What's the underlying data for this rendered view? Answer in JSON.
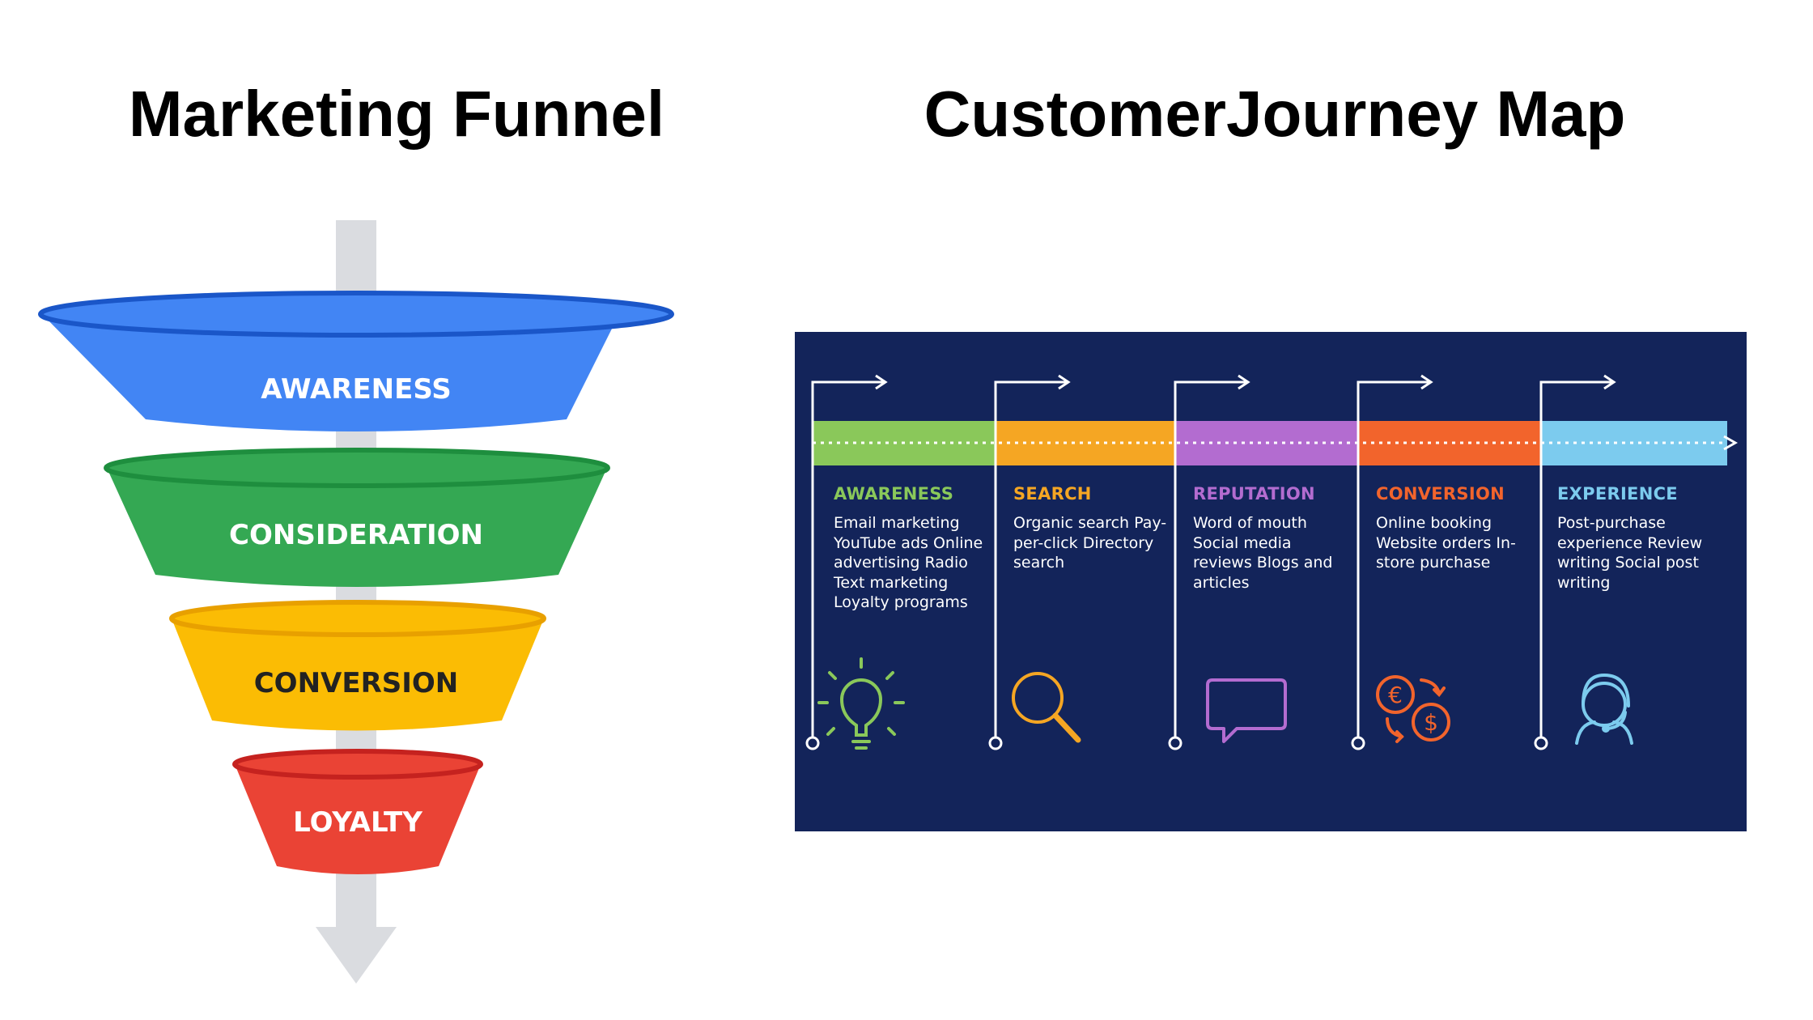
{
  "funnel": {
    "title": "Marketing Funnel",
    "stages": [
      {
        "label": "AWARENESS",
        "color": "#4285f4",
        "rim": "#1a56c8"
      },
      {
        "label": "CONSIDERATION",
        "color": "#34a853",
        "rim": "#1e8e3e"
      },
      {
        "label": "CONVERSION",
        "color": "#fbbc04",
        "rim": "#e8a000"
      },
      {
        "label": "LOYALTY",
        "color": "#ea4335",
        "rim": "#c5221f"
      }
    ],
    "arrow_color": "#dadce0"
  },
  "journey": {
    "title": "CustomerJourney Map",
    "background": "#13245a",
    "stages": [
      {
        "name": "AWARENESS",
        "color": "#8ac85a",
        "items": "Email marketing YouTube ads Online advertising Radio Text marketing Loyalty programs",
        "icon": "lightbulb-icon"
      },
      {
        "name": "SEARCH",
        "color": "#f5a623",
        "items": "Organic search Pay-per-click Directory search",
        "icon": "magnifier-icon"
      },
      {
        "name": "REPUTATION",
        "color": "#b36cd0",
        "items": "Word of mouth Social media reviews Blogs and articles",
        "icon": "speech-bubble-icon"
      },
      {
        "name": "CONVERSION",
        "color": "#f2642c",
        "items": "Online booking Website orders In-store purchase",
        "icon": "currency-exchange-icon"
      },
      {
        "name": "EXPERIENCE",
        "color": "#7ccbee",
        "items": "Post-purchase experience Review writing Social post writing",
        "icon": "support-agent-icon"
      }
    ]
  }
}
